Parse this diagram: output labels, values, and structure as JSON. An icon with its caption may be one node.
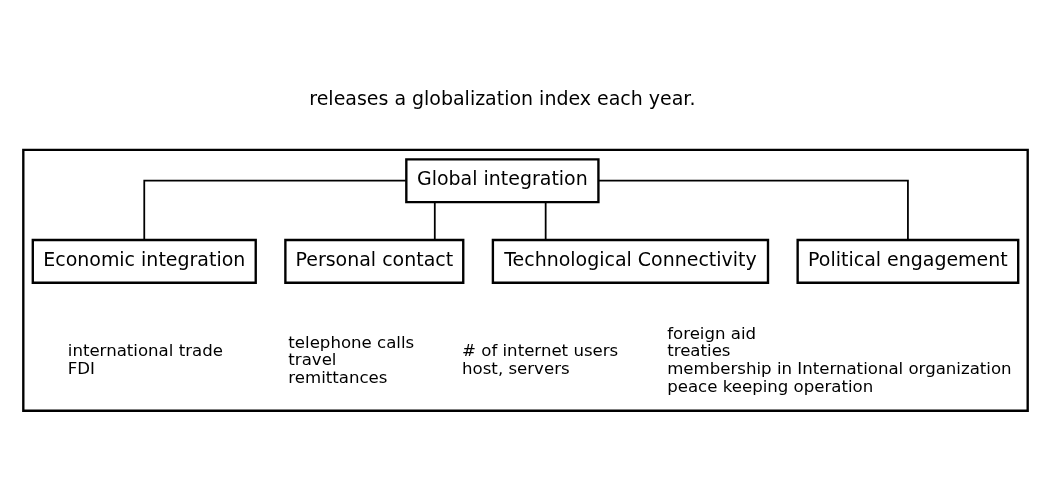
{
  "diagram": {
    "nodes": [
      {
        "text": [],
        "shape": "box"
      },
      {
        "text": [
          "Global integration"
        ],
        "in": 0
      },
      {
        "text": [
          "Economic integration"
        ],
        "in": 0,
        "beside": [
          "international trade",
          "FDI"
        ]
      },
      {
        "text": [
          "Personal contact"
        ],
        "in": 0,
        "beside": [
          "telephone calls",
          "travel",
          "remittances"
        ]
      },
      {
        "text": [
          "Technological Connectivity"
        ],
        "in": 0,
        "beside": [
          "# of internet users",
          "host, servers"
        ]
      },
      {
        "text": [
          "Political engagement"
        ],
        "in": 0,
        "beside": [
          "foreign aid",
          "treaties",
          "membership in International organization",
          "peace keeping operation"
        ]
      }
    ],
    "edges": [
      {
        "from": 1,
        "to": 2,
        "arrow": "none"
      },
      {
        "from": 1,
        "to": 3,
        "arrow": "none"
      },
      {
        "from": 1,
        "to": 4,
        "arrow": "none"
      },
      {
        "from": 1,
        "to": 5,
        "arrow": "none"
      }
    ],
    "labels": [
      "releases a globalization index each year."
    ]
  }
}
